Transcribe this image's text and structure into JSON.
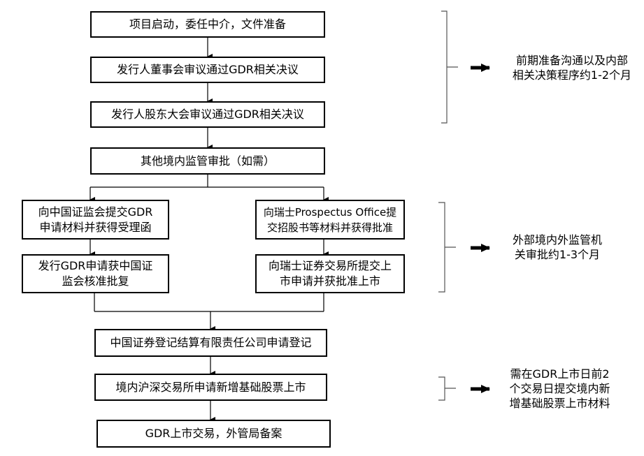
{
  "steps": {
    "s1": "项目启动，委任中介，文件准备",
    "s2": "发行人董事会审议通过GDR相关决议",
    "s3": "发行人股东大会审议通过GDR相关决议",
    "s4": "其他境内监管审批（如需）",
    "left1": {
      "line1": "向中国证监会提交GDR",
      "line2": "申请材料并获得受理函"
    },
    "left2": {
      "line1": "发行GDR申请获中国证",
      "line2": "监会核准批复"
    },
    "right1": {
      "line1": "向瑞士Prospectus Office提",
      "line2": "交招股书等材料并获得批准"
    },
    "right2": {
      "line1": "向瑞士证券交易所提交上",
      "line2": "市申请并获批准上市"
    },
    "s5": "中国证券登记结算有限责任公司申请登记",
    "s6": "境内沪深交易所申请新增基础股票上市",
    "s7": "GDR上市交易，外管局备案"
  },
  "notes": {
    "n1": {
      "line1": "前期准备沟通以及内部",
      "line2": "相关决策程序约1-2个月"
    },
    "n2": {
      "line1": "外部境内外监管机",
      "line2": "关审批约1-3个月"
    },
    "n3": {
      "line1": "需在GDR上市日前2",
      "line2": "个交易日提交境内新",
      "line3": "增基础股票上市材料"
    }
  }
}
